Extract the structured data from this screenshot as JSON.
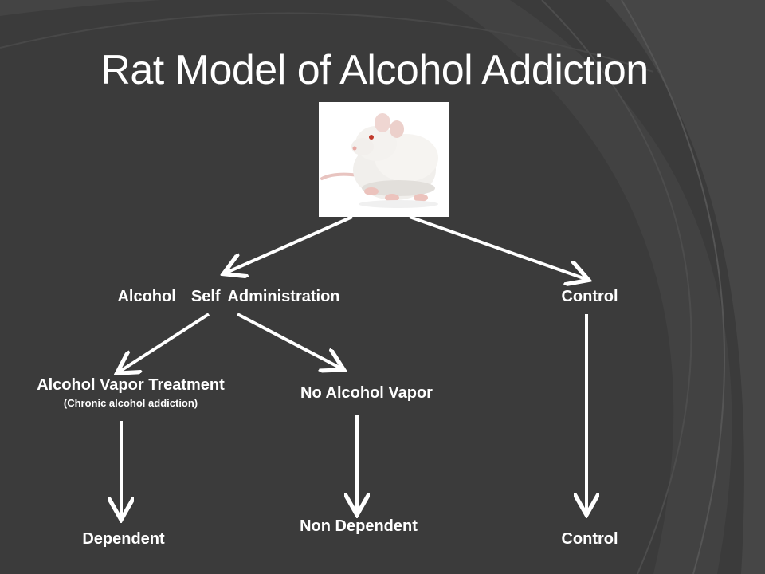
{
  "slide": {
    "title": "Rat Model of Alcohol Addiction"
  },
  "image": {
    "icon": "rat-photo"
  },
  "nodes": {
    "alcohol_self_administration": "Alcohol  Self Administration",
    "control_top": "Control",
    "alcohol_vapor_treatment": "Alcohol Vapor Treatment",
    "alcohol_vapor_treatment_sub": "(Chronic alcohol addiction)",
    "no_alcohol_vapor": "No Alcohol Vapor",
    "dependent": "Dependent",
    "non_dependent": "Non Dependent",
    "control_bottom": "Control"
  },
  "colors": {
    "background": "#3b3b3b",
    "text": "#ffffff",
    "arrow": "#ffffff"
  }
}
